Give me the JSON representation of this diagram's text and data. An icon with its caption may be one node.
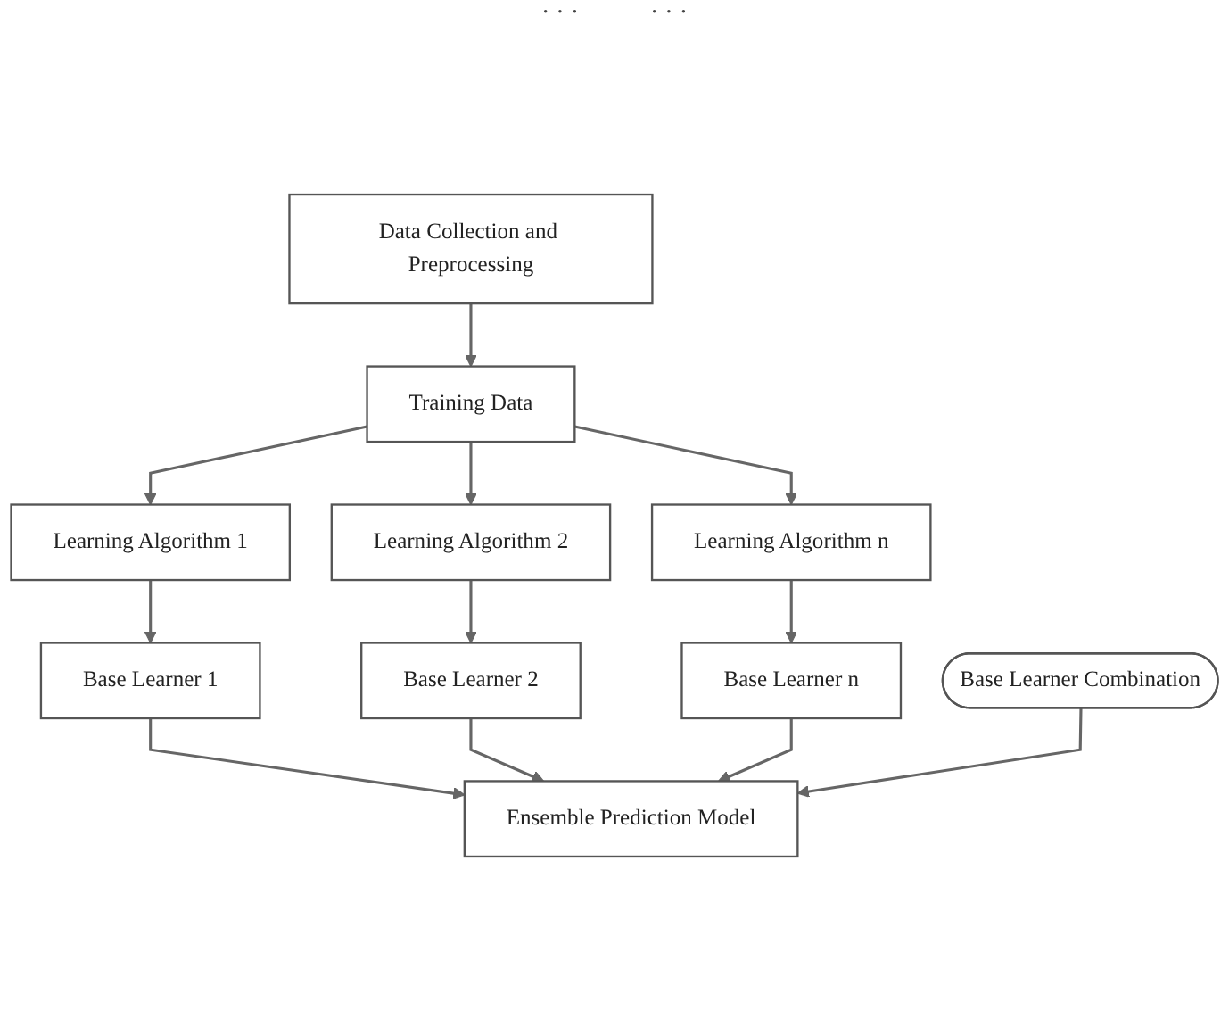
{
  "diagram": {
    "nodes": [
      {
        "text": [
          "Data Collection and Preprocessing"
        ]
      },
      {
        "text": [
          "Training Data"
        ]
      },
      {
        "text": [
          "Learning Algorithm 1"
        ]
      },
      {
        "text": [
          "Learning Algorithm 2"
        ]
      },
      {
        "text": [
          "Learning Algorithm n"
        ]
      },
      {
        "text": [
          "Base Learner 1"
        ]
      },
      {
        "text": [
          "Base Learner 2"
        ]
      },
      {
        "text": [
          "Base Learner n"
        ]
      },
      {
        "text": [
          "Base Learner Combination"
        ]
      },
      {
        "text": [
          "Ensemble Prediction Model"
        ]
      }
    ],
    "edges": [
      {
        "from": 0,
        "to": 1,
        "arrow": "to"
      },
      {
        "from": 1,
        "to": 2,
        "arrow": "to"
      },
      {
        "from": 1,
        "to": 3,
        "arrow": "to"
      },
      {
        "from": 1,
        "to": 4,
        "arrow": "to"
      },
      {
        "from": 2,
        "to": 5,
        "arrow": "to"
      },
      {
        "from": 3,
        "to": 6,
        "arrow": "to"
      },
      {
        "from": 4,
        "to": 7,
        "arrow": "to"
      },
      {
        "from": 5,
        "to": 9,
        "arrow": "to"
      },
      {
        "from": 6,
        "to": 9,
        "arrow": "to"
      },
      {
        "from": 7,
        "to": 9,
        "arrow": "to"
      },
      {
        "from": 8,
        "to": 9,
        "arrow": "to"
      }
    ],
    "labels": [
      "· · ·",
      "· · ·"
    ]
  }
}
